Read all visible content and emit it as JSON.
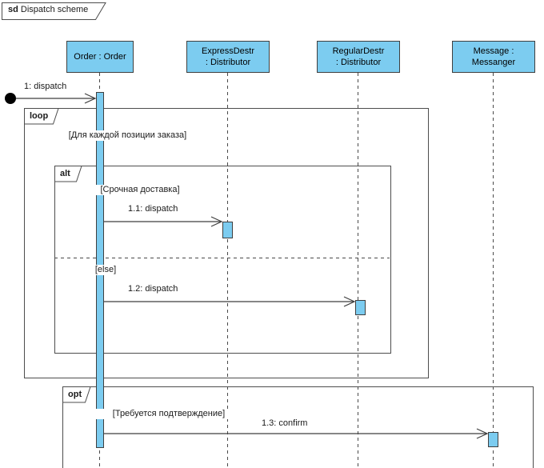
{
  "title": {
    "keyword": "sd",
    "name": "Dispatch scheme"
  },
  "lifelines": [
    {
      "line1": "Order : Order",
      "line2": ""
    },
    {
      "line1": "ExpressDestr",
      "line2": ": Distributor"
    },
    {
      "line1": "RegularDestr",
      "line2": ": Distributor"
    },
    {
      "line1": "Message :",
      "line2": "Messanger"
    }
  ],
  "fragments": {
    "loop": {
      "operator": "loop",
      "guard": "[Для каждой позиции заказа]"
    },
    "alt": {
      "operator": "alt",
      "guard_if": "[Срочная доставка]",
      "guard_else": "[else]"
    },
    "opt": {
      "operator": "opt",
      "guard": "[Требуется подтверждение]"
    }
  },
  "messages": {
    "m1": {
      "label": "1: dispatch"
    },
    "m1_1": {
      "label": "1.1: dispatch"
    },
    "m1_2": {
      "label": "1.2: dispatch"
    },
    "m1_3": {
      "label": "1.3: confirm"
    }
  },
  "colors": {
    "shape_fill": "#7cccf0",
    "shape_border": "#3f3f3f",
    "frame_border": "#4d4d4d",
    "background": "#ffffff",
    "text": "#1a1a1a"
  }
}
